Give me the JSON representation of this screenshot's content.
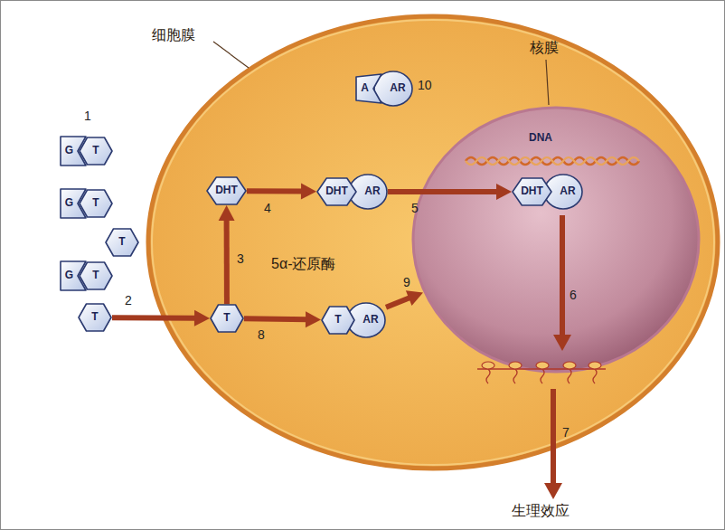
{
  "diagram": {
    "nodes": [
      {
        "text": [
          "细胞膜"
        ]
      },
      {
        "text": [
          "A",
          "AR"
        ],
        "in": 0
      },
      {
        "text": [
          "核膜"
        ],
        "in": 0
      },
      {
        "text": [
          "G",
          "T"
        ]
      },
      {
        "text": [
          "DHT"
        ],
        "in": 0
      },
      {
        "text": [
          "DHT",
          "AR"
        ],
        "in": 0
      },
      {
        "text": [
          "DHT",
          "AR"
        ],
        "in": 2
      },
      {
        "text": [
          "G",
          "T"
        ]
      },
      {
        "text": [
          "T"
        ]
      },
      {
        "text": [
          "G",
          "T"
        ]
      },
      {
        "text": [
          "T"
        ]
      },
      {
        "text": [
          "T"
        ],
        "in": 0
      },
      {
        "text": [
          "T",
          "AR"
        ],
        "in": 0
      }
    ],
    "edges": [
      {
        "from": 10,
        "to": 11,
        "arrow": "to"
      },
      {
        "from": 11,
        "to": 4,
        "arrow": "to"
      },
      {
        "from": 4,
        "to": 5,
        "arrow": "to"
      },
      {
        "from": 5,
        "to": 6,
        "arrow": "to"
      },
      {
        "from": 11,
        "to": 12,
        "arrow": "to"
      },
      {
        "from": 12,
        "to": 2,
        "arrow": "to"
      }
    ],
    "labels": [
      "1",
      "2",
      "3",
      "4",
      "5",
      "6",
      "7",
      "8",
      "9",
      "10",
      "5α-还原酶",
      "DNA",
      "生理效应"
    ]
  }
}
